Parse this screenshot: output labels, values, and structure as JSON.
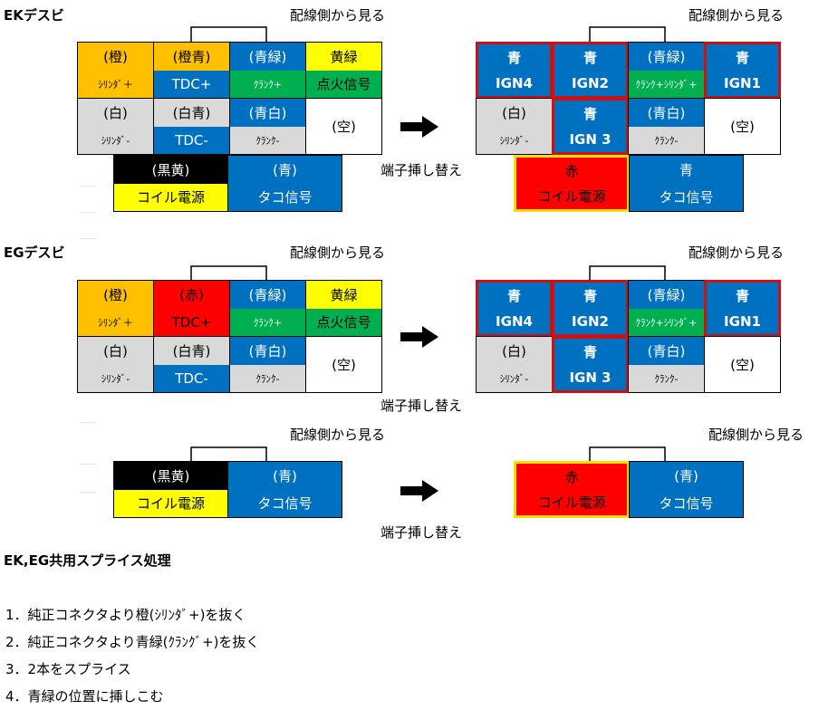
{
  "ek_title": "EKデスビ",
  "eg_title": "EGデスビ",
  "view_label": "配線側から見る",
  "swap_label": "端子挿し替え",
  "splice_title": "EK,EG共用スプライス処理",
  "steps": [
    "1．純正コネクタより橙(ｼﾘﾝﾀﾞ+)を抜く",
    "2．純正コネクタより青緑(ｸﾗﾝｸﾞ+)を抜く",
    "3．2本をスプライス",
    "4．青緑の位置に挿しこむ"
  ],
  "colors": {
    "orange": "#FFC000",
    "blue": "#0070C0",
    "green": "#00B050",
    "yellow": "#FFFF00",
    "gray": "#D9D9D9",
    "red": "#FF0000",
    "black": "#000000",
    "white": "#FFFFFF",
    "outline": "#D01010"
  },
  "ek_before": {
    "main": [
      [
        {
          "a": "(橙)",
          "b": "ｼﾘﾝﾀﾞ＋"
        },
        {
          "a": "(橙青)",
          "b": "TDC+"
        },
        {
          "a": "(青緑)",
          "b": "ｸﾗﾝｸ+"
        },
        {
          "a": "黄緑",
          "b": "点火信号"
        }
      ],
      [
        {
          "a": "(白)",
          "b": "ｼﾘﾝﾀﾞ-"
        },
        {
          "a": "(白青)",
          "b": "TDC-"
        },
        {
          "a": "(青白)",
          "b": "ｸﾗﾝｸ-"
        },
        {
          "a": "(空)"
        }
      ]
    ],
    "sub": [
      {
        "a": "(黒黄)",
        "b": "コイル電源"
      },
      {
        "a": "(青)",
        "b": "タコ信号"
      }
    ]
  },
  "ek_after": {
    "main": [
      [
        {
          "a": "青",
          "b": "IGN4"
        },
        {
          "a": "青",
          "b": "IGN2"
        },
        {
          "a": "(青緑)",
          "b": "ｸﾗﾝｸ+ｼﾘﾝﾀﾞ+"
        },
        {
          "a": "青",
          "b": "IGN1"
        }
      ],
      [
        {
          "a": "(白)",
          "b": "ｼﾘﾝﾀﾞ-"
        },
        {
          "a": "青",
          "b": "IGN 3"
        },
        {
          "a": "(青白)",
          "b": "ｸﾗﾝｸ-"
        },
        {
          "a": "(空)"
        }
      ]
    ],
    "sub": [
      {
        "a": "赤",
        "b": "コイル電源"
      },
      {
        "a": "青",
        "b": "タコ信号"
      }
    ]
  },
  "eg_before": {
    "main": [
      [
        {
          "a": "(橙)",
          "b": "ｼﾘﾝﾀﾞ＋"
        },
        {
          "a": "(赤)",
          "b": "TDC+"
        },
        {
          "a": "(青緑)",
          "b": "ｸﾗﾝｸ+"
        },
        {
          "a": "黄緑",
          "b": "点火信号"
        }
      ],
      [
        {
          "a": "(白)",
          "b": "ｼﾘﾝﾀﾞ-"
        },
        {
          "a": "(白青)",
          "b": "TDC-"
        },
        {
          "a": "(青白)",
          "b": "ｸﾗﾝｸ-"
        },
        {
          "a": "(空)"
        }
      ]
    ],
    "sub": [
      {
        "a": "(黒黄)",
        "b": "コイル電源"
      },
      {
        "a": "(青)",
        "b": "タコ信号"
      }
    ]
  },
  "eg_after": {
    "main": [
      [
        {
          "a": "青",
          "b": "IGN4"
        },
        {
          "a": "青",
          "b": "IGN2"
        },
        {
          "a": "(青緑)",
          "b": "ｸﾗﾝｸ+ｼﾘﾝﾀﾞ+"
        },
        {
          "a": "青",
          "b": "IGN1"
        }
      ],
      [
        {
          "a": "(白)",
          "b": "ｼﾘﾝﾀﾞ-"
        },
        {
          "a": "青",
          "b": "IGN 3"
        },
        {
          "a": "(青白)",
          "b": "ｸﾗﾝｸ-"
        },
        {
          "a": "(空)"
        }
      ]
    ],
    "sub": [
      {
        "a": "赤",
        "b": "コイル電源"
      },
      {
        "a": "(青)",
        "b": "タコ信号"
      }
    ]
  }
}
